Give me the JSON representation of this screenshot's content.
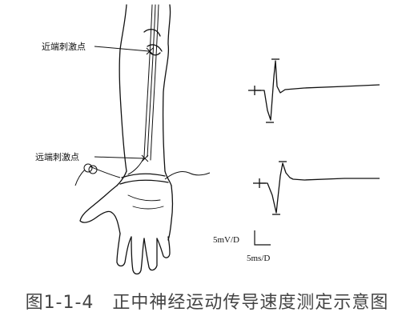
{
  "figure": {
    "label_proximal": "近端刺激点",
    "label_distal": "远端刺激点",
    "scale_voltage": "5mV/D",
    "scale_time": "5ms/D"
  },
  "caption": "图1-1-4　正中神经运动传导速度测定示意图"
}
